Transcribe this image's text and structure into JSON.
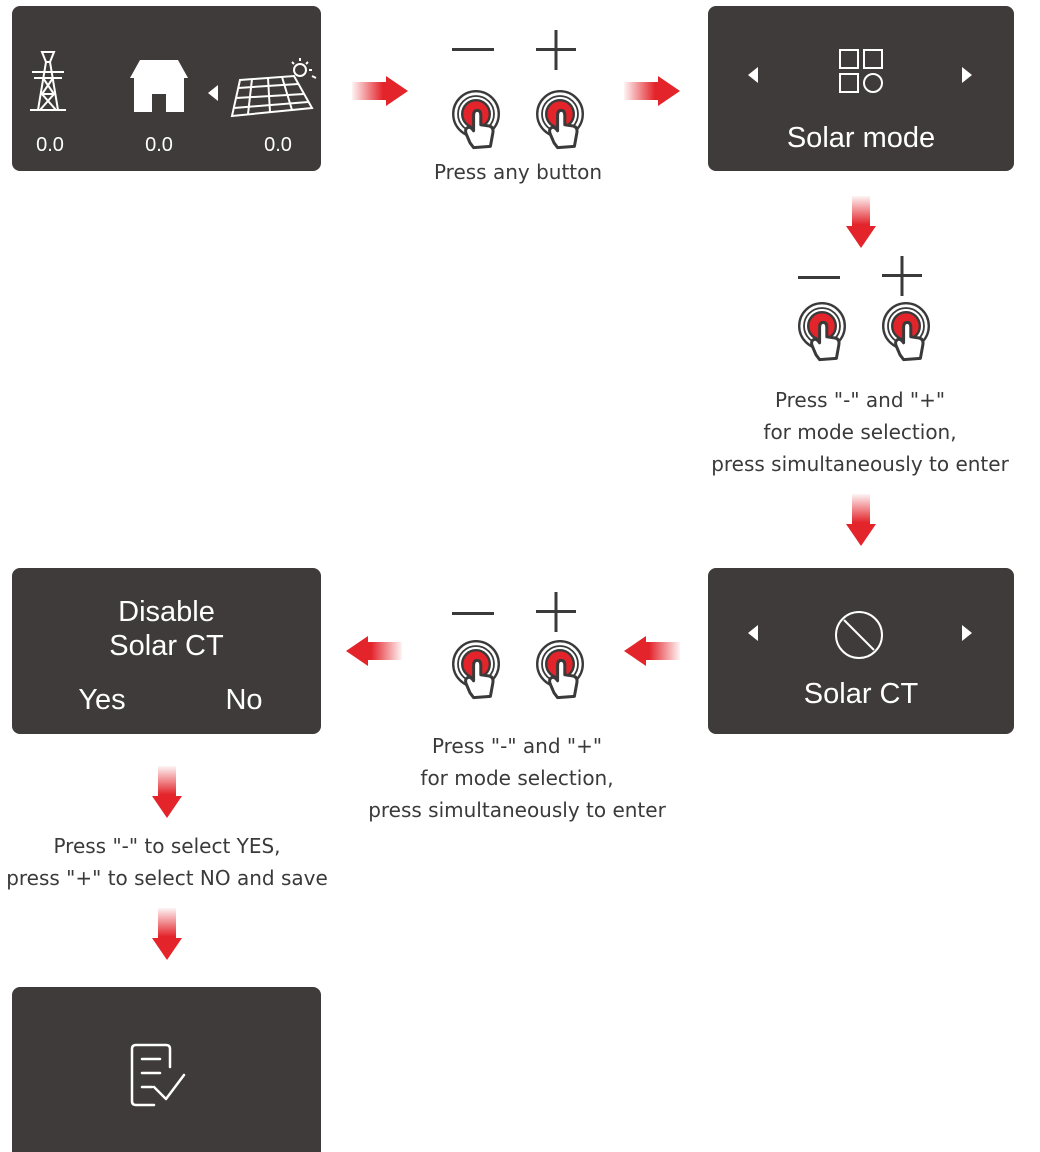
{
  "colors": {
    "screen_bg": "#3f3b3a",
    "accent_red": "#e3242b",
    "text": "#3a3a3a"
  },
  "home_screen": {
    "grid_value": "0.0",
    "house_value": "0.0",
    "solar_value": "0.0",
    "icons": [
      "grid-tower-icon",
      "house-icon",
      "solar-panel-icon"
    ]
  },
  "step1": {
    "caption": "Press any button",
    "minus_label": "—",
    "plus_label": "+"
  },
  "solar_mode_screen": {
    "label": "Solar mode",
    "icon": "mode-grid-icon"
  },
  "step2": {
    "caption_lines": [
      "Press \"-\" and \"+\"",
      "for mode selection,",
      "press simultaneously to enter"
    ]
  },
  "solar_ct_screen": {
    "label": "Solar CT",
    "icon": "disabled-circle-icon"
  },
  "step3": {
    "caption_lines": [
      "Press \"-\" and \"+\"",
      "for mode selection,",
      "press simultaneously to enter"
    ]
  },
  "disable_screen": {
    "title_line1": "Disable",
    "title_line2": "Solar CT",
    "yes": "Yes",
    "no": "No"
  },
  "step4": {
    "caption_lines": [
      "Press \"-\" to select YES,",
      "press \"+\" to select NO and save"
    ]
  },
  "saved_screen": {
    "icon": "document-check-icon"
  }
}
